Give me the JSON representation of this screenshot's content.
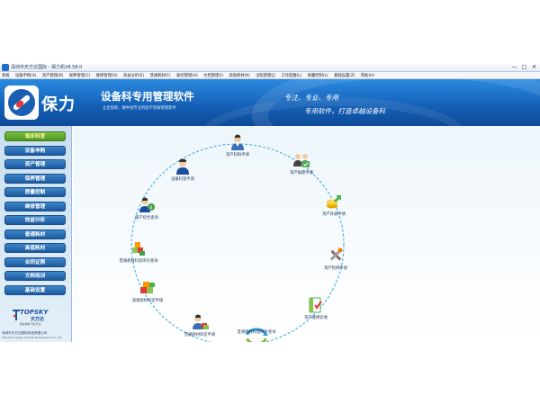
{
  "window": {
    "title": "深圳市天方达国际 - 保力机V8.58.0",
    "minimize": "—",
    "maximize": "□",
    "close": "✕"
  },
  "menu": [
    "系统",
    "设备申购(A)",
    "资产管理(B)",
    "保养管理(C)",
    "维修管理(D)",
    "效益分析(E)",
    "普通耗材(F)",
    "质控管理(H)",
    "文档管理(I)",
    "高值耗材(K)",
    "证照管理(J)",
    "工作提醒(L)",
    "质量控制(L)",
    "基础设置(Z)",
    "帮助(H)"
  ],
  "header": {
    "brand": "保力",
    "title": "设备科专用管理软件",
    "subtitle": "立足国际，做中国专业的医学装备管理软件",
    "slogan1": "专注、专业、专用",
    "slogan2": "专用软件，打造卓越设备科",
    "colors": {
      "top": "#2a8be0",
      "bottom": "#0d4a98"
    }
  },
  "sidebar": {
    "items": [
      {
        "label": "临床科室",
        "active": true
      },
      {
        "label": "设备申购",
        "active": false
      },
      {
        "label": "资产管理",
        "active": false
      },
      {
        "label": "保养管理",
        "active": false
      },
      {
        "label": "质量控制",
        "active": false
      },
      {
        "label": "维修管理",
        "active": false
      },
      {
        "label": "效益分析",
        "active": false
      },
      {
        "label": "普通耗材",
        "active": false
      },
      {
        "label": "高值耗材",
        "active": false
      },
      {
        "label": "合同证照",
        "active": false
      },
      {
        "label": "文档培训",
        "active": false
      },
      {
        "label": "基础设置",
        "active": false
      }
    ],
    "logo_text": "TOPSKY",
    "logo_cn": "天方达",
    "logo_tag": "精益求精 专业专注",
    "company_name": "深圳市天方达国际科技有限公司",
    "company_en": "Shenzhen Topsky Sci-Tech Development Co.,Ltd."
  },
  "workflow": {
    "nodes": [
      {
        "key": "asset-purchase-apply",
        "label": "资产科科申请",
        "icon": "doctor-icon"
      },
      {
        "key": "asset-transfer-apply",
        "label": "资产报废申请",
        "icon": "handover-icon"
      },
      {
        "key": "asset-upgrade-apply",
        "label": "资产升级申请",
        "icon": "coins-icon"
      },
      {
        "key": "asset-repair-apply",
        "label": "资产检修申请",
        "icon": "tools-icon"
      },
      {
        "key": "asset-repair-accept",
        "label": "资产维修验收",
        "icon": "checklist-icon"
      },
      {
        "key": "equipment-store-query",
        "label": "普通耗材科室库存查询",
        "icon": "recycle-icon"
      },
      {
        "key": "consumable-apply",
        "label": "普通耗材科室申请",
        "icon": "nurse-icon"
      },
      {
        "key": "hv-consumable-apply",
        "label": "高值耗材科室申请",
        "icon": "boxes-icon"
      },
      {
        "key": "hv-store-query",
        "label": "普通耗材科室库存查询",
        "icon": "blocks-icon"
      },
      {
        "key": "asset-overview-query",
        "label": "资产综合查询",
        "icon": "money-user-icon"
      },
      {
        "key": "equipment-dept-apply",
        "label": "设备科室申请",
        "icon": "user-icon"
      }
    ]
  }
}
